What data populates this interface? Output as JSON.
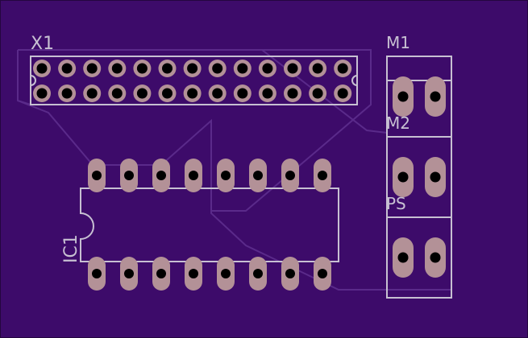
{
  "colors": {
    "board": "#3d0b6a",
    "board_edge": "#24063f",
    "silkscreen": "#c7c0d2",
    "trace": "#5a2a8a",
    "pad_copper": "#b39197",
    "drill": "#000000"
  },
  "labels": {
    "x1": "X1",
    "ic1": "IC1",
    "m1": "M1",
    "m2": "M2",
    "ps": "PS"
  },
  "components": {
    "x1": {
      "type": "header-2x13",
      "pins_per_row": 13,
      "rows": 2
    },
    "ic1": {
      "type": "dip-16",
      "pins_per_side": 8
    },
    "m1": {
      "type": "terminal-2pin",
      "pins": 2
    },
    "m2": {
      "type": "terminal-2pin",
      "pins": 2
    },
    "ps": {
      "type": "terminal-2pin",
      "pins": 2
    }
  }
}
